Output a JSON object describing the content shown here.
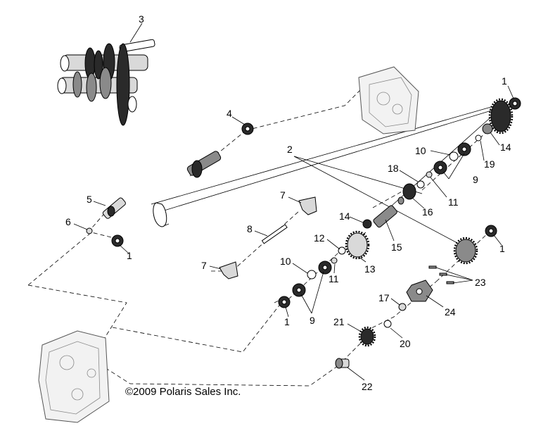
{
  "copyright": "©2009 Polaris Sales Inc.",
  "callouts": [
    "1",
    "1",
    "1",
    "1",
    "2",
    "3",
    "4",
    "5",
    "6",
    "7",
    "7",
    "8",
    "9",
    "9",
    "10",
    "10",
    "11",
    "11",
    "12",
    "13",
    "14",
    "14",
    "15",
    "16",
    "17",
    "18",
    "19",
    "20",
    "21",
    "22",
    "23",
    "24"
  ]
}
